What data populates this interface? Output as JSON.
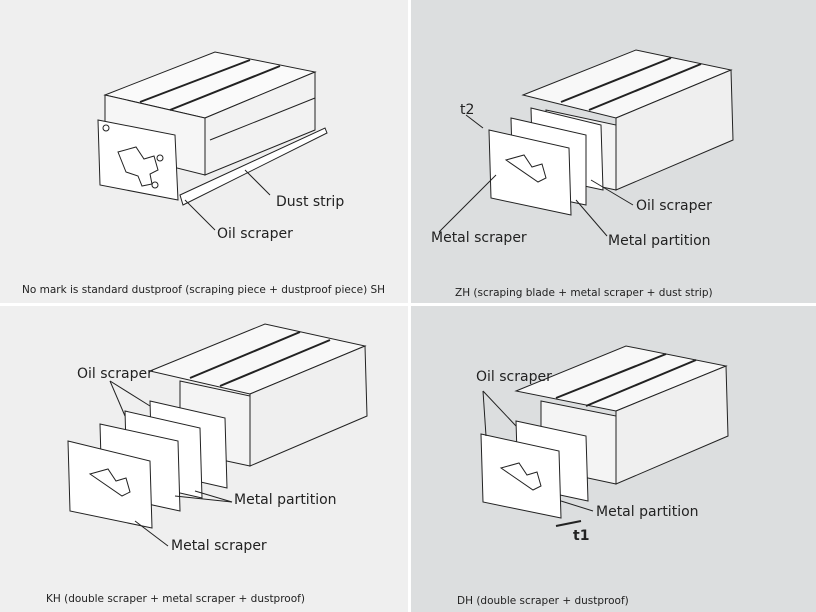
{
  "panels": [
    {
      "caption": "No mark is standard dustproof (scraping piece + dustproof piece) SH",
      "labels": {
        "dust_strip": "Dust strip",
        "oil_scraper": "Oil scraper"
      }
    },
    {
      "caption": "ZH (scraping blade + metal scraper + dust strip)",
      "labels": {
        "t2": "t2",
        "oil_scraper": "Oil scraper",
        "metal_scraper": "Metal scraper",
        "metal_partition": "Metal partition"
      }
    },
    {
      "caption": "KH (double scraper + metal scraper + dustproof)",
      "labels": {
        "oil_scraper": "Oil scraper",
        "metal_partition": "Metal partition",
        "metal_scraper": "Metal scraper"
      }
    },
    {
      "caption": "DH (double scraper + dustproof)",
      "labels": {
        "oil_scraper": "Oil scraper",
        "metal_partition": "Metal partition",
        "t1": "t1"
      }
    }
  ]
}
